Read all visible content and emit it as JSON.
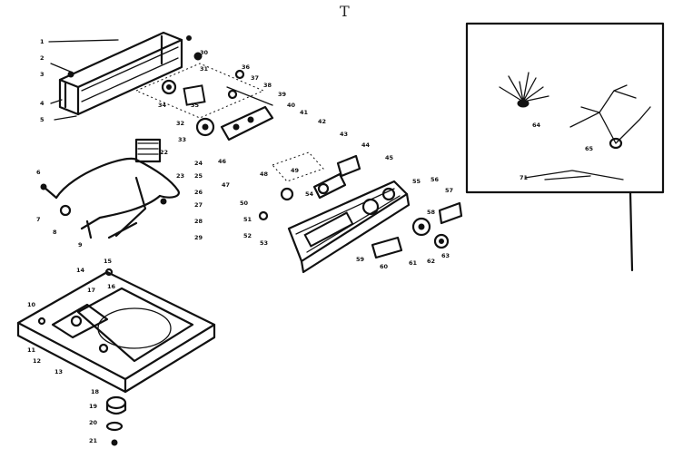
{
  "top_mark": "T",
  "inset_labels": [
    "64",
    "65",
    "71"
  ],
  "part_labels": [
    "1",
    "2",
    "3",
    "4",
    "5",
    "6",
    "7",
    "8",
    "9",
    "10",
    "11",
    "12",
    "13",
    "14",
    "15",
    "16",
    "17",
    "18",
    "19",
    "20",
    "21",
    "22",
    "23",
    "24",
    "25",
    "26",
    "27",
    "28",
    "29",
    "30",
    "31",
    "32",
    "33",
    "34",
    "35",
    "36",
    "37",
    "38",
    "39",
    "40",
    "41",
    "42",
    "43",
    "44",
    "45",
    "46",
    "47",
    "48",
    "49",
    "50",
    "51",
    "52",
    "53",
    "54",
    "55",
    "56",
    "57",
    "58",
    "59",
    "60",
    "61",
    "62",
    "63"
  ]
}
